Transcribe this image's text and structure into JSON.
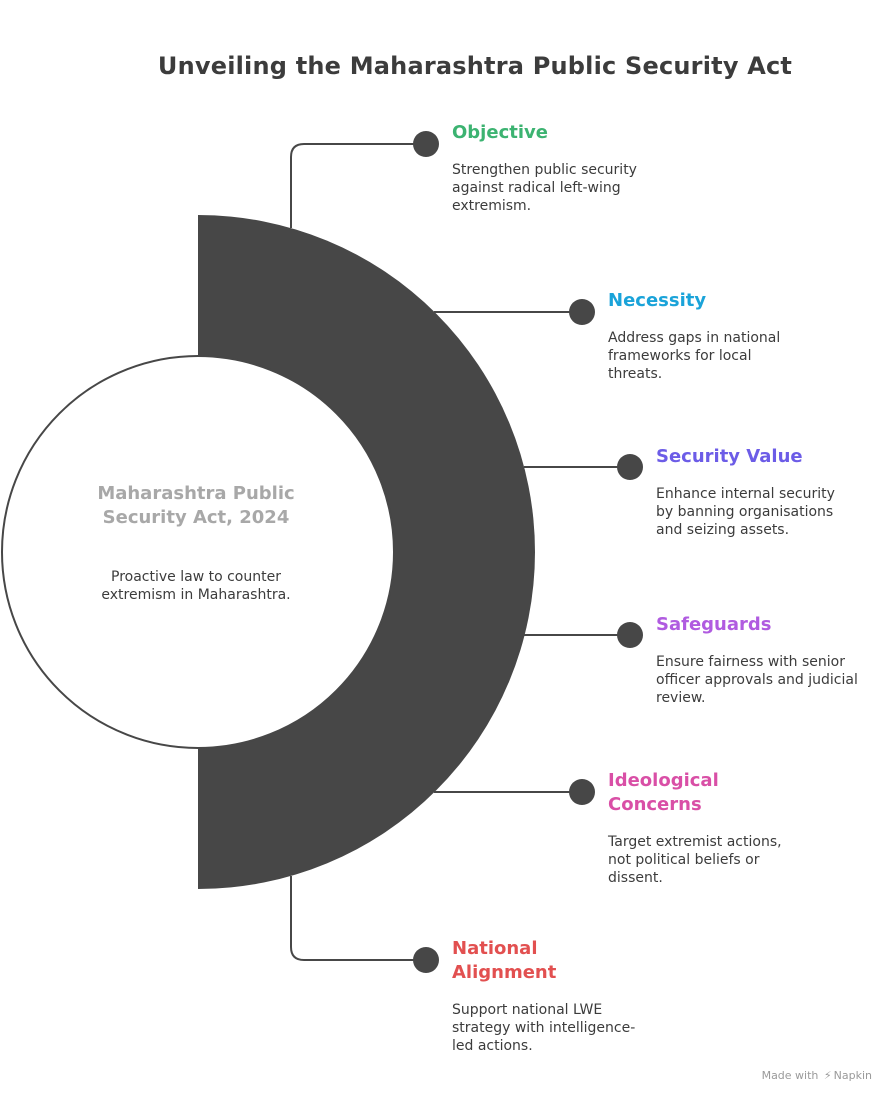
{
  "title": "Unveiling the Maharashtra Public Security Act",
  "center": {
    "title": "Maharashtra Public Security Act, 2024",
    "description": "Proactive law to counter extremism in Maharashtra."
  },
  "items": [
    {
      "title": "Objective",
      "description": "Strengthen public security against radical left-wing extremism.",
      "color": "#3cb371"
    },
    {
      "title": "Necessity",
      "description": "Address gaps in national frameworks for local threats.",
      "color": "#1aa3d9"
    },
    {
      "title": "Security Value",
      "description": "Enhance internal security by banning organisations and seizing assets.",
      "color": "#6c5ce7"
    },
    {
      "title": "Safeguards",
      "description": "Ensure fairness with senior officer approvals and judicial review.",
      "color": "#b05be0"
    },
    {
      "title": "Ideological Concerns",
      "description": "Target extremist actions, not political beliefs or dissent.",
      "color": "#d94fa6"
    },
    {
      "title": "National Alignment",
      "description": "Support national LWE strategy with intelligence-led actions.",
      "color": "#e25050"
    }
  ],
  "footer": {
    "made_with": "Made with",
    "brand": "Napkin",
    "brand_icon": "napkin-logo-icon"
  }
}
